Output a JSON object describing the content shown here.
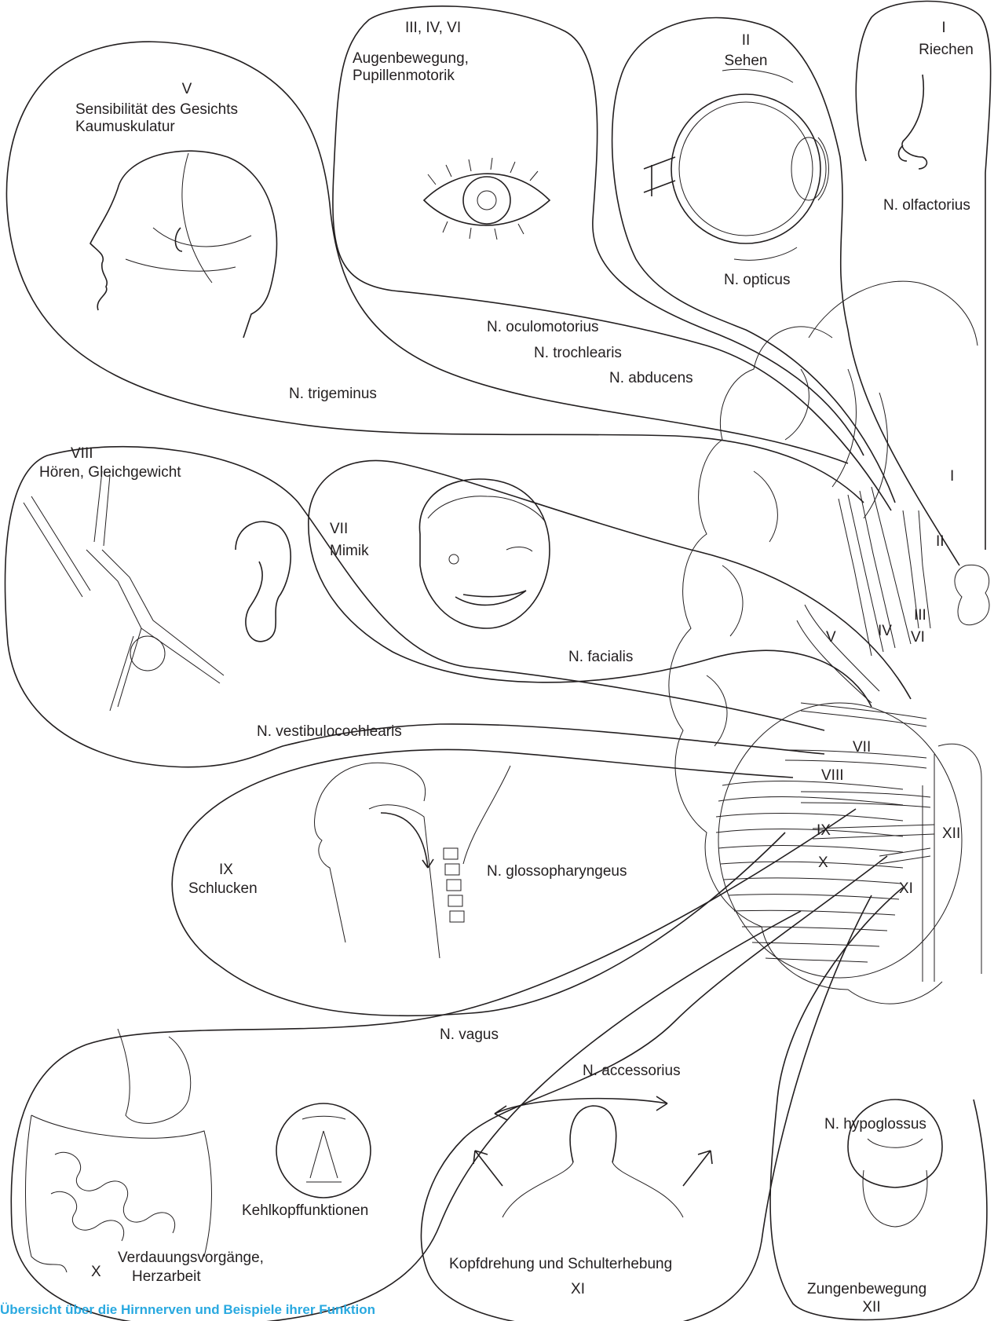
{
  "caption": "Übersicht über die Hirnnerven und Beispiele ihrer Funktion",
  "nerves": {
    "I": {
      "numeral": "I",
      "function": "Riechen",
      "name": "N. olfactorius"
    },
    "II": {
      "numeral": "II",
      "function": "Sehen",
      "name": "N. opticus"
    },
    "III_IV_VI": {
      "numeral": "III, IV, VI",
      "function_1": "Augenbewegung,",
      "function_2": "Pupillenmotorik",
      "name_1": "N. oculomotorius",
      "name_2": "N. trochlearis",
      "name_3": "N. abducens"
    },
    "V": {
      "numeral": "V",
      "function_1": "Sensibilität des Gesichts",
      "function_2": "Kaumuskulatur",
      "name": "N. trigeminus"
    },
    "VII": {
      "numeral": "VII",
      "function": "Mimik",
      "name": "N. facialis"
    },
    "VIII": {
      "numeral": "VIII",
      "function": "Hören, Gleichgewicht",
      "name": "N. vestibulocochlearis"
    },
    "IX": {
      "numeral": "IX",
      "function": "Schlucken",
      "name": "N. glossopharyngeus"
    },
    "X": {
      "numeral": "X",
      "function_1": "Verdauungsvorgänge,",
      "function_2": "Herzarbeit",
      "function_3": "Kehlkopffunktionen",
      "name": "N. vagus"
    },
    "XI": {
      "numeral": "XI",
      "function": "Kopfdrehung und Schulterhebung",
      "name": "N. accessorius"
    },
    "XII": {
      "numeral": "XII",
      "function": "Zungenbewegung",
      "name": "N. hypoglossus"
    }
  },
  "brain_labels": [
    "I",
    "II",
    "III",
    "IV",
    "V",
    "VI",
    "VII",
    "VIII",
    "IX",
    "X",
    "XI",
    "XII"
  ],
  "colors": {
    "line": "#231f20",
    "caption": "#29a9e0"
  },
  "icons": [
    "nose-illustration",
    "eyeball-illustration",
    "eye-illustration",
    "head-profile-illustration",
    "grimacing-face-illustration",
    "cartwheel-figure-illustration",
    "ear-illustration",
    "throat-swallow-illustration",
    "intestine-illustration",
    "larynx-illustration",
    "shoulders-rotation-illustration",
    "tongue-illustration",
    "brainstem-illustration"
  ]
}
